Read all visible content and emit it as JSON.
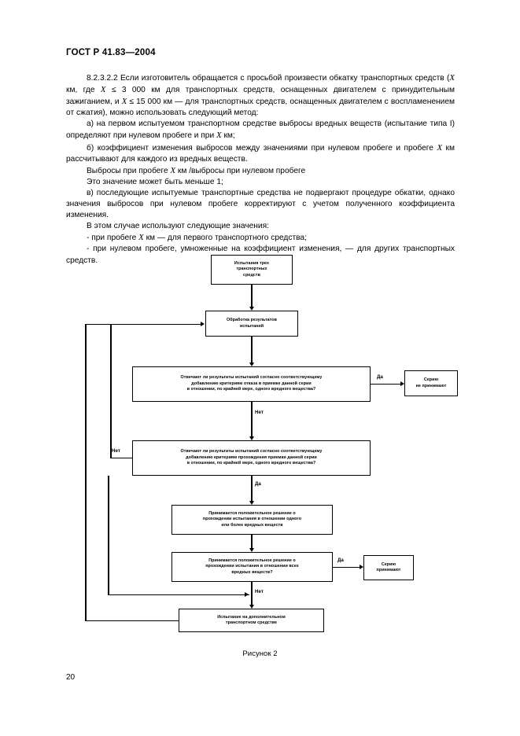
{
  "document": {
    "standard_header": "ГОСТ Р 41.83—2004",
    "page_number": "20",
    "figure_caption": "Рисунок 2"
  },
  "body": {
    "p1_a": "8.2.3.2.2 Если изготовитель обращается с просьбой произвести обкатку транспортных средств (",
    "p1_x1": "X",
    "p1_b": " км, где ",
    "p1_x2": "X",
    "p1_c": " ≤  3 000 км для транспортных средств, оснащенных двигателем с принудительным зажиганием, и ",
    "p1_x3": "X",
    "p1_d": " ≤ 15 000 км — для транспортных средств, оснащенных двигателем с воспламенением от сжатия), можно использовать следующий метод:",
    "p2_a": "а) на первом испытуемом транспортном средстве выбросы вредных веществ (испытание типа I) определяют при нулевом пробеге и при ",
    "p2_x": "X",
    "p2_b": " км;",
    "p3": "б) коэффициент изменения выбросов между значениями при нулевом пробеге и пробеге X км рассчитывают для каждого из вредных веществ.",
    "p3_a": "б) коэффициент изменения выбросов между значениями при нулевом пробеге и пробеге ",
    "p3_x": "X",
    "p3_b": " км рассчитывают для каждого из вредных веществ.",
    "p4_a": "Выбросы при пробеге ",
    "p4_x": "X",
    "p4_b": " км /выбросы при нулевом пробеге",
    "p5": "Это значение может быть меньше 1;",
    "p6": "в) последующие испытуемые транспортные средства не подвергают процедуре обкатки, однако значения выбросов при нулевом пробеге корректируют с учетом полученного коэффициента изменения.",
    "p7": "В этом случае используют следующие значения:",
    "p8_a": "- при пробеге ",
    "p8_x": "X",
    "p8_b": " км — для первого транспортного средства;",
    "p9": "- при нулевом пробеге, умноженные на коэффициент изменения, — для других транспортных средств."
  },
  "flowchart": {
    "nodes": {
      "start": {
        "lines": [
          "Испытания трех",
          "транспортных",
          "средств"
        ]
      },
      "process_results": {
        "lines": [
          "Обработка результатов",
          "испытаний"
        ]
      },
      "decision_reject": {
        "lines": [
          "Отвечают ли результаты испытаний согласно соответствующему",
          "добавлению критериям отказа в приемке данной серии",
          "в отношении, по крайней мере, одного вредного вещества?"
        ]
      },
      "decision_pass": {
        "lines": [
          "Отвечают ли результаты испытаний согласно соответствующему",
          "добавлению критериям прохождения  приемки данной серии",
          "в отношении, по крайней мере, одного вредного вещества?"
        ]
      },
      "positive_one_or_more": {
        "lines": [
          "Принимается положительное решение о",
          "прохождении испытания в отношении одного",
          "или более вредных веществ"
        ]
      },
      "positive_all": {
        "lines": [
          "Принимается положительное решение о",
          "прохождении испытания в отношении всех",
          "вредных веществ?"
        ]
      },
      "additional_test": {
        "lines": [
          "Испытание на дополнительном",
          "транспортном средстве"
        ]
      },
      "series_rejected": {
        "lines": [
          "Серию",
          "не принимают"
        ]
      },
      "series_accepted": {
        "lines": [
          "Серию",
          "принимают"
        ]
      }
    },
    "edge_labels": {
      "yes_reject": "Да",
      "no_to_pass": "Нет",
      "no_left_loop": "Нет",
      "yes_to_positive": "Да",
      "yes_accepted": "Да",
      "no_additional": "Нет"
    }
  },
  "colors": {
    "ink": "#000000",
    "paper": "#ffffff"
  }
}
